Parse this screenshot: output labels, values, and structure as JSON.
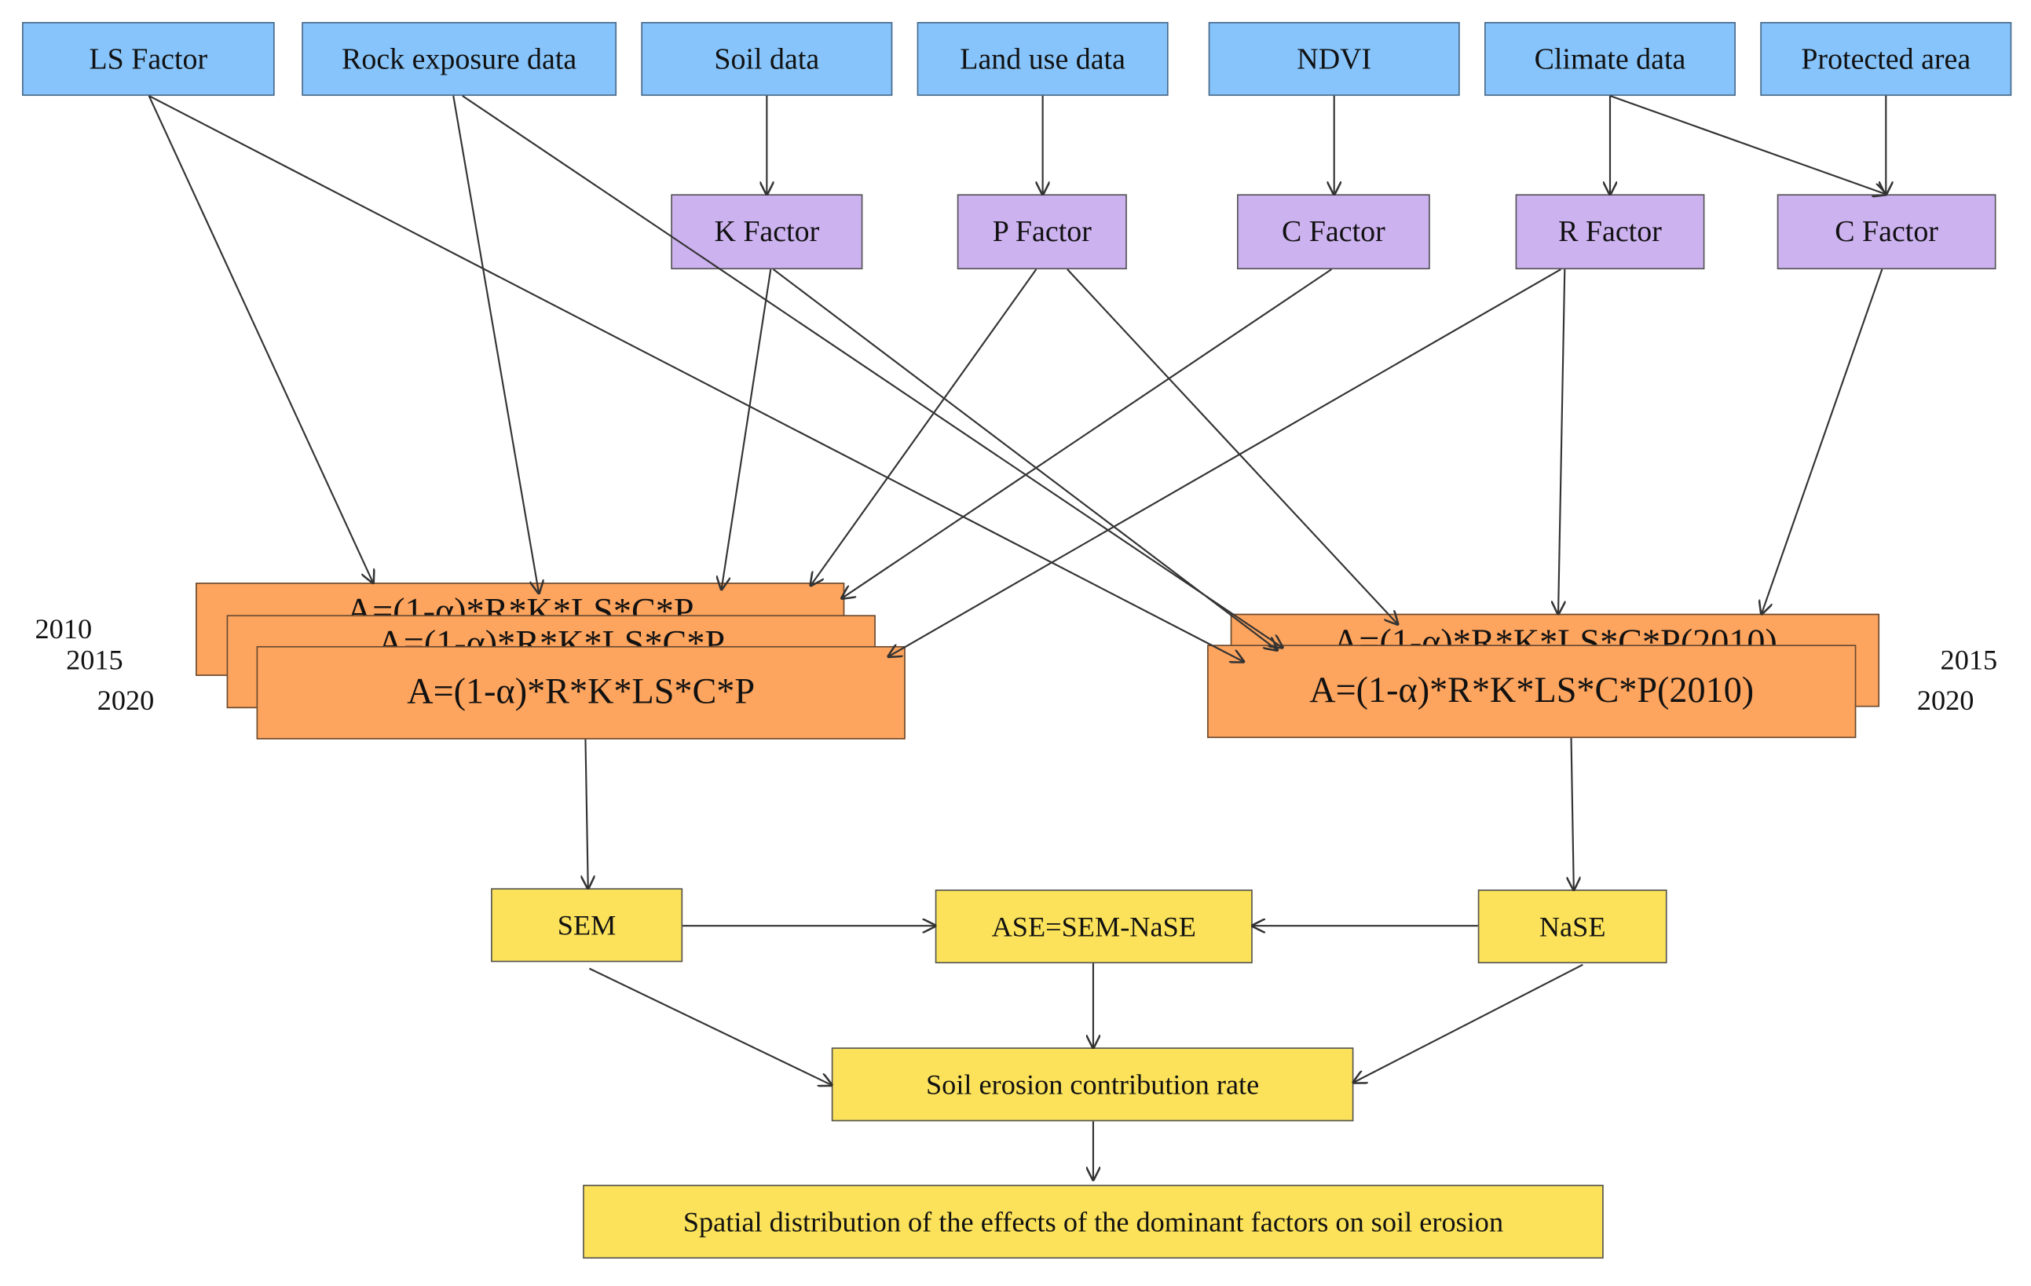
{
  "inputs": {
    "ls_factor": "LS Factor",
    "rock_exposure": "Rock exposure data",
    "soil_data": "Soil data",
    "land_use": "Land use data",
    "ndvi": "NDVI",
    "climate_data": "Climate data",
    "protected_area": "Protected area"
  },
  "factors": {
    "k": "K Factor",
    "p": "P Factor",
    "c": "C Factor",
    "r": "R Factor",
    "c2": "C Factor"
  },
  "equations": {
    "left": "A=(1-α)*R*K*LS*C*P",
    "right": "A=(1-α)*R*K*LS*C*P(2010)"
  },
  "years": {
    "left": [
      "2010",
      "2015",
      "2020"
    ],
    "right": [
      "2015",
      "2020"
    ]
  },
  "outputs": {
    "sem": "SEM",
    "ase": "ASE=SEM-NaSE",
    "nase": "NaSE",
    "contribution": "Soil erosion contribution rate",
    "spatial": "Spatial distribution of the effects of the dominant factors on soil erosion"
  },
  "colors": {
    "input": "#87c4fb",
    "factor": "#cdb2f0",
    "equation": "#fda45e",
    "output": "#fbe25a"
  }
}
